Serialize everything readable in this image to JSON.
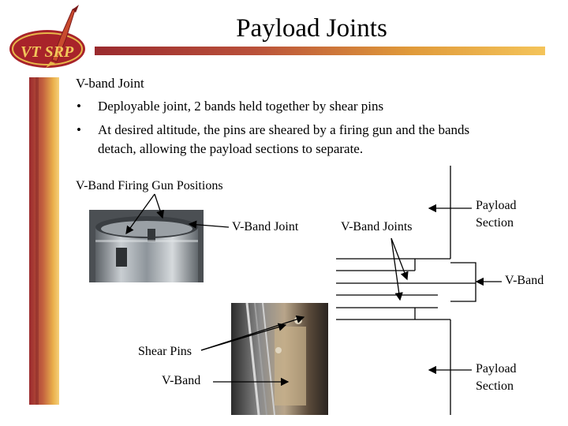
{
  "slide": {
    "title": "Payload Joints",
    "logo_text": "VT SRP",
    "heading": "V-band Joint",
    "bullets": [
      "Deployable joint, 2 bands held together by shear pins",
      "At desired altitude, the pins are sheared by a firing gun and the bands",
      "detach, allowing the payload sections to separate."
    ],
    "bullet_char": "•"
  },
  "labels": {
    "firing_gun": "V-Band Firing Gun Positions",
    "vband_joint": "V-Band Joint",
    "vband_joints": "V-Band Joints",
    "payload_section_top_1": "Payload",
    "payload_section_top_2": "Section",
    "vband_right": "V-Band",
    "shear_pins": "Shear Pins",
    "vband_left": "V-Band",
    "payload_section_bottom_1": "Payload",
    "payload_section_bottom_2": "Section"
  },
  "colors": {
    "accent_dark": "#9a2a2e",
    "accent_light": "#f4c45a"
  }
}
